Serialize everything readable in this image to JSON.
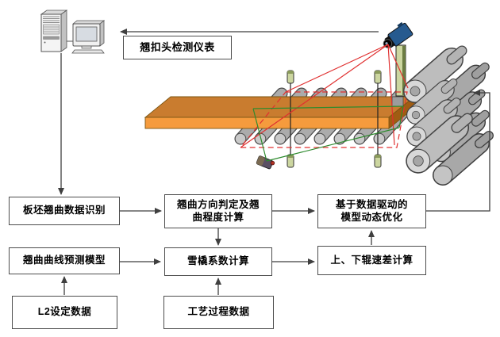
{
  "instrument_box": {
    "label": "翘扣头检测仪表"
  },
  "flow": {
    "recognition": {
      "label": "板坯翘曲数据识别"
    },
    "direction": {
      "line1": "翘曲方向判定及翘",
      "line2": "曲程度计算"
    },
    "optimization": {
      "line1": "基于数据驱动的",
      "line2": "模型动态优化"
    },
    "curve_model": {
      "label": "翘曲曲线预测模型"
    },
    "ski_coefficient": {
      "label": "雪橇系数计算"
    },
    "roll_speed_diff": {
      "label": "上、下辊速差计算"
    },
    "l2_setting": {
      "label": "L2设定数据"
    },
    "process_data": {
      "label": "工艺过程数据"
    }
  },
  "illustration": {
    "icons": [
      "server-icon",
      "monitor-icon",
      "inspection-camera-icon",
      "exit-camera-icon",
      "sensor-post-icon",
      "slab",
      "roller-table",
      "mill-stand-rolls",
      "light-screen-bar"
    ],
    "colors": {
      "slab_top": "#c97c2f",
      "slab_front": "#f59b3d",
      "slab_end": "#a05c12",
      "roller_fill": "#ababab",
      "roller_stroke": "#4a4a4a",
      "camera_body": "#265a8f",
      "fov_red": "#e03030",
      "fov_green": "#2e8b2e",
      "sensor_fill": "#ccd6a0",
      "connector": "#3f3f3f"
    }
  }
}
